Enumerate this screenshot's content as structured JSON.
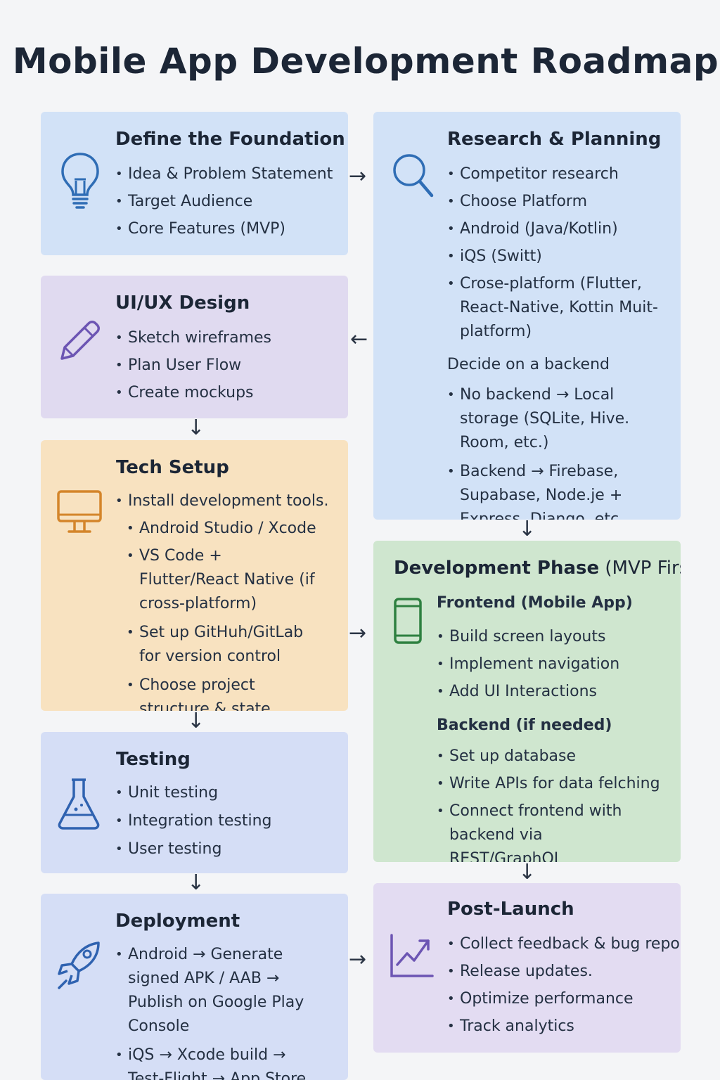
{
  "title": "Mobile App Development Roadmap",
  "foundation": {
    "heading": "Define the Foundation",
    "items": [
      "Idea & Problem Statement",
      "Target Audience",
      "Core Features (MVP)"
    ],
    "icon": "lightbulb-icon"
  },
  "research": {
    "heading": "Research & Planning",
    "items": [
      "Competitor research",
      "Choose Platform",
      "Android (Java/Kotlin)",
      "iQS (Switt)",
      "Crose-platform (Flutter, React-Native, Kottin Muit-platform)"
    ],
    "backend_heading": "Decide on a backend",
    "backend_items": [
      "No backend → Local storage (SQLite, Hive. Room, etc.)",
      "Backend → Firebase, Supabase, Node.je + Express, Django, etc."
    ],
    "icon": "magnifier-icon"
  },
  "design": {
    "heading": "UI/UX Design",
    "items": [
      "Sketch wireframes",
      "Plan User Flow",
      "Create mockups"
    ],
    "icon": "pencil-icon"
  },
  "tech": {
    "heading": "Tech Setup",
    "items": [
      "Install development tools.",
      "Android Studio / Xcode",
      "VS Code + Flutter/React Native (if cross-platform)",
      "Set up GitHuh/GitLab for version control",
      "Choose project structure & state management"
    ],
    "icon": "monitor-icon"
  },
  "development": {
    "heading": "Development Phase",
    "heading_suffix": "(MVP First)",
    "frontend_heading": "Frontend (Mobile App)",
    "frontend_items": [
      "Build screen layouts",
      "Implement navigation",
      "Add UI Interactions"
    ],
    "backend_heading": "Backend (if needed)",
    "backend_items": [
      "Set up database",
      "Write APIs for data felching",
      "Connect frontend with backend via REST/GraphQL"
    ],
    "icon": "smartphone-icon"
  },
  "testing": {
    "heading": "Testing",
    "items": [
      "Unit testing",
      "Integration testing",
      "User testing"
    ],
    "icon": "flask-icon"
  },
  "deployment": {
    "heading": "Deployment",
    "items": [
      "Android → Generate signed APK / AAB → Publish on Google Play Console",
      "iQS → Xcode build → Test-Flight → App Store Connect → Publist"
    ],
    "icon": "rocket-icon"
  },
  "postlaunch": {
    "heading": "Post-Launch",
    "items": [
      "Collect feedback & bug reports",
      "Release updates.",
      "Optimize performance",
      "Track analytics"
    ],
    "icon": "chart-up-icon"
  },
  "arrows": {
    "right": "→",
    "left": "←",
    "down": "↓"
  },
  "colors": {
    "blue": "#d2e2f7",
    "purple": "#e0daf0",
    "orange": "#f8e2c0",
    "green": "#cfe6cf"
  }
}
